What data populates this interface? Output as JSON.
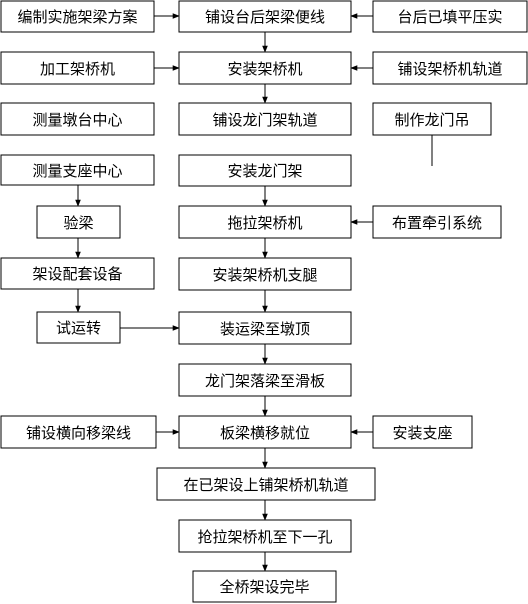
{
  "diagram": {
    "line_color": "#000000",
    "box_fill": "#ffffff",
    "text_color": "#000000",
    "nodes": {
      "plan": "编制实施架梁方案",
      "track_behind": "铺设台后架梁便线",
      "backfill": "台后已填平压实",
      "process_machine": "加工架桥机",
      "install_machine": "安装架桥机",
      "machine_track": "铺设架桥机轨道",
      "pier_center": "测量墩台中心",
      "gantry_track": "铺设龙门架轨道",
      "make_gantry_hoist": "制作龙门吊",
      "bearing_center": "测量支座中心",
      "install_gantry": "安装龙门架",
      "inspect_beam": "验梁",
      "tow_machine": "拖拉架桥机",
      "traction_system": "布置牵引系统",
      "support_equipment": "架设配套设备",
      "machine_legs": "安装架桥机支腿",
      "trial_run": "试运转",
      "transport_beam": "装运梁至墩顶",
      "gantry_drop": "龙门架落梁至滑板",
      "transverse_line": "铺设横向移梁线",
      "lateral_move": "板梁横移就位",
      "install_bearing": "安装支座",
      "lay_track_on_span": "在已架设上铺架桥机轨道",
      "tow_next_span": "抢拉架桥机至下一孔",
      "complete": "全桥架设完毕"
    }
  }
}
